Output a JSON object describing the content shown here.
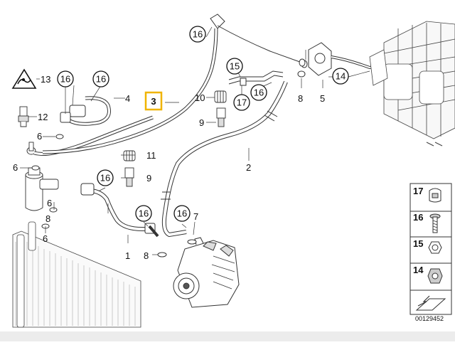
{
  "diagram": {
    "callouts": [
      {
        "id": "c16a",
        "label": "16"
      },
      {
        "id": "c16b",
        "label": "16"
      },
      {
        "id": "c16c",
        "label": "16"
      },
      {
        "id": "c16d",
        "label": "16"
      },
      {
        "id": "c16e",
        "label": "16"
      },
      {
        "id": "c16f",
        "label": "16"
      },
      {
        "id": "c16g",
        "label": "16"
      },
      {
        "id": "c15",
        "label": "15"
      },
      {
        "id": "c17",
        "label": "17"
      },
      {
        "id": "c14",
        "label": "14"
      },
      {
        "id": "c3",
        "label": "3"
      }
    ],
    "labels": [
      {
        "id": "l13",
        "label": "13"
      },
      {
        "id": "l12",
        "label": "12"
      },
      {
        "id": "l6a",
        "label": "6"
      },
      {
        "id": "l6b",
        "label": "6"
      },
      {
        "id": "l6c",
        "label": "6"
      },
      {
        "id": "l6d",
        "label": "6"
      },
      {
        "id": "l4",
        "label": "4"
      },
      {
        "id": "l10",
        "label": "10"
      },
      {
        "id": "l9a",
        "label": "9"
      },
      {
        "id": "l9b",
        "label": "9"
      },
      {
        "id": "l11",
        "label": "11"
      },
      {
        "id": "l8a",
        "label": "8"
      },
      {
        "id": "l8b",
        "label": "8"
      },
      {
        "id": "l8c",
        "label": "8"
      },
      {
        "id": "l5",
        "label": "5"
      },
      {
        "id": "l2",
        "label": "2"
      },
      {
        "id": "l1",
        "label": "1"
      },
      {
        "id": "l7",
        "label": "7"
      }
    ],
    "highlight_color": "#f0b400",
    "legend": {
      "items": [
        {
          "label": "17"
        },
        {
          "label": "16"
        },
        {
          "label": "15"
        },
        {
          "label": "14"
        }
      ]
    },
    "doc_id": "00129452"
  }
}
